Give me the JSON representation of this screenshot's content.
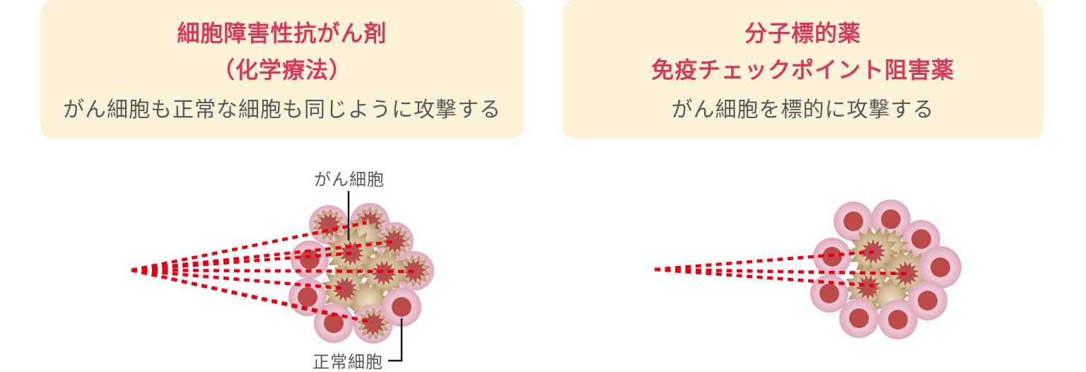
{
  "panels": [
    {
      "title_lines": [
        "細胞障害性抗がん剤",
        "（化学療法）"
      ],
      "subtitle": "がん細胞も正常な細胞も同じように攻撃する"
    },
    {
      "title_lines": [
        "分子標的薬",
        "免疫チェックポイント阻害薬"
      ],
      "subtitle": "がん細胞を標的に攻撃する"
    }
  ],
  "labels": {
    "cancer_cell": "がん細胞",
    "normal_cell": "正常細胞"
  },
  "colors": {
    "panel_bg": "#FCF2D7",
    "title_red": "#D6395C",
    "subtitle_gray": "#595757",
    "dash_red": "#E60012",
    "pink_cell_center": "#F6E1E6",
    "pink_cell_mid": "#EFCBD6",
    "pink_cell_edge": "#DFA9BB",
    "normal_nucleus_red": "#BC4A48",
    "cancer_nucleus_red": "#B5504E",
    "core_tan_center": "#EBDFC4",
    "core_tan_mid": "#D3BC98",
    "core_tan_edge": "#AC8A60",
    "pointer_line_black": "#1A1A1A"
  }
}
